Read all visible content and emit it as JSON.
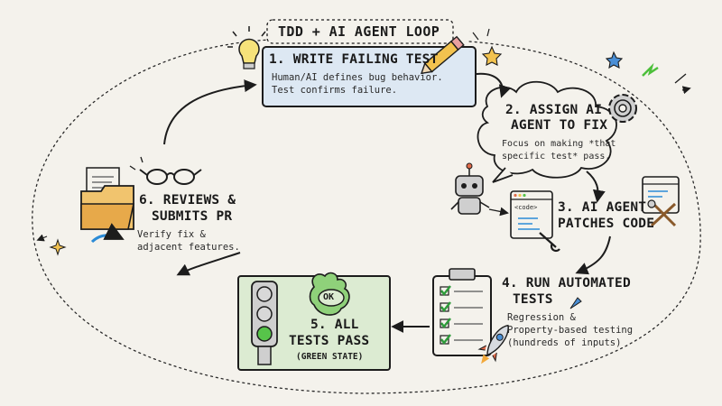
{
  "title": "TDD + AI AGENT LOOP",
  "steps": [
    {
      "heading": "1. WRITE FAILING TEST",
      "desc1": "Human/AI defines bug behavior.",
      "desc2": "Test confirms failure."
    },
    {
      "heading1": "2. ASSIGN AI",
      "heading2": "AGENT TO FIX",
      "desc1": "Focus on making *that",
      "desc2": "specific test* pass."
    },
    {
      "heading1": "3. AI AGENT",
      "heading2": "PATCHES CODE"
    },
    {
      "heading1": "4. RUN AUTOMATED",
      "heading2": "TESTS",
      "desc1": "Regression &",
      "desc2": "Property-based testing",
      "desc3": "(hundreds of inputs)"
    },
    {
      "heading1": "5. ALL",
      "heading2": "TESTS PASS",
      "note": "(GREEN STATE)",
      "badge": "OK"
    },
    {
      "heading1": "6. REVIEWS &",
      "heading2": "SUBMITS PR",
      "desc1": "Verify fix &",
      "desc2": "adjacent features."
    }
  ],
  "code_label": "<code>",
  "colors": {
    "box1": "#dde8f3",
    "box5": "#dcebd2",
    "ink": "#1c1c1c",
    "light_red": "#d8d8d8",
    "light_green": "#57c44a",
    "check": "#2e9b3a",
    "folder": "#f1c46e",
    "arrow_blue": "#2b8bd6"
  },
  "icons": [
    "lightbulb-icon",
    "pencil-icon",
    "gear-icon",
    "robot-icon",
    "code-window-icon",
    "tools-icon",
    "clipboard-checklist-icon",
    "rocket-icon",
    "traffic-light-icon",
    "ok-hand-icon",
    "glasses-icon",
    "folder-icon",
    "star-icon",
    "sparkle-icon"
  ]
}
